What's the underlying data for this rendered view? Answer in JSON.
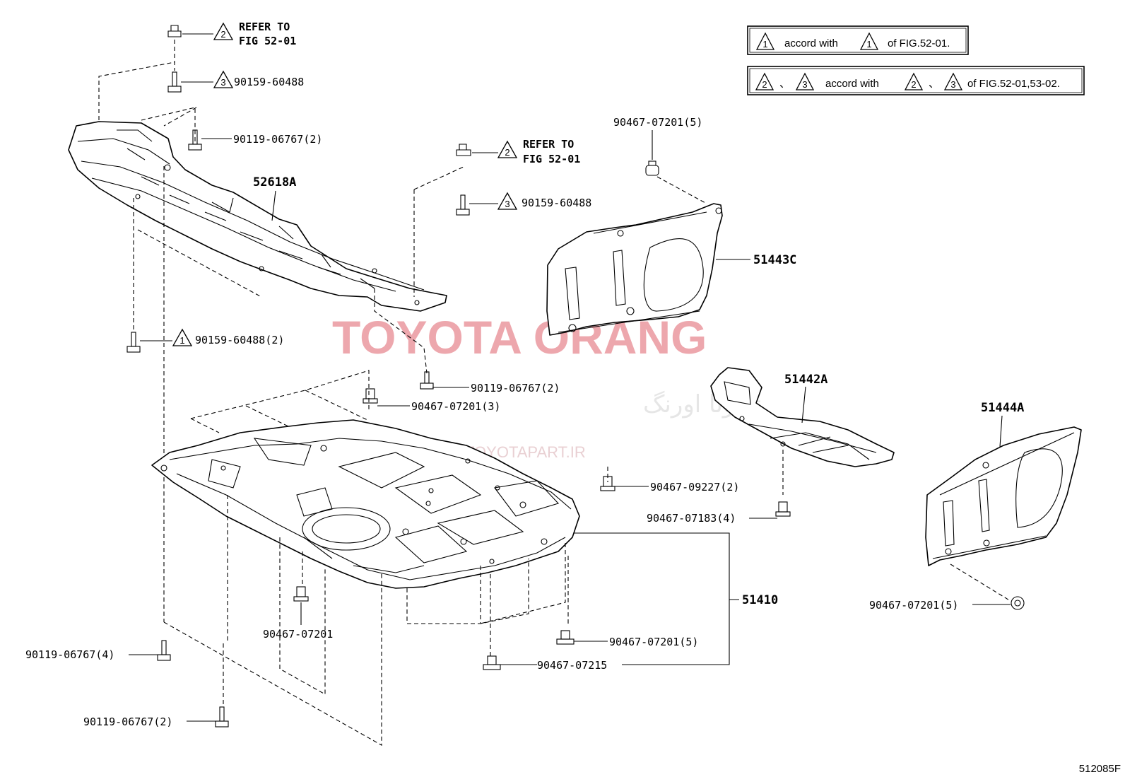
{
  "notes": {
    "note1": {
      "tri_a": "1",
      "text_a": "accord with",
      "tri_b": "1",
      "text_b": "of FIG.52-01."
    },
    "note2": {
      "tri_a": "2",
      "sep_a": "、",
      "tri_b": "3",
      "text_a": "accord with",
      "tri_c": "2",
      "sep_b": "、",
      "tri_d": "3",
      "text_b": "of FIG.52-01,53-02."
    }
  },
  "refers": [
    {
      "tri": "2",
      "line1": "REFER TO",
      "line2": "FIG 52-01"
    },
    {
      "tri": "2",
      "line1": "REFER TO",
      "line2": "FIG 52-01"
    }
  ],
  "parts": {
    "p52618a": "52618A",
    "p51443c": "51443C",
    "p51442a": "51442A",
    "p51444a": "51444A",
    "p51410": "51410"
  },
  "fasteners": {
    "f1": {
      "tri": "3",
      "code": "90159-60488"
    },
    "f2": {
      "code": "90119-06767(2)"
    },
    "f3": {
      "tri": "1",
      "code": "90159-60488(2)"
    },
    "f4": {
      "tri": "3",
      "code": "90159-60488"
    },
    "f5": {
      "code": "90467-07201(5)"
    },
    "f6": {
      "code": "90119-06767(2)"
    },
    "f7": {
      "code": "90467-07201(3)"
    },
    "f8": {
      "code": "90467-09227(2)"
    },
    "f9": {
      "code": "90467-07183(4)"
    },
    "f10": {
      "code": "90467-07201(5)"
    },
    "f11": {
      "code": "90467-07201"
    },
    "f12": {
      "code": "90467-07201(5)"
    },
    "f13": {
      "code": "90467-07215"
    },
    "f14": {
      "code": "90119-06767(4)"
    },
    "f15": {
      "code": "90119-06767(2)"
    }
  },
  "watermark": {
    "main": "TOYOTA ORANG",
    "persian": "تویوتا اورنگ",
    "site": "TOYOTAPART.IR"
  },
  "figure_code": "512085F"
}
